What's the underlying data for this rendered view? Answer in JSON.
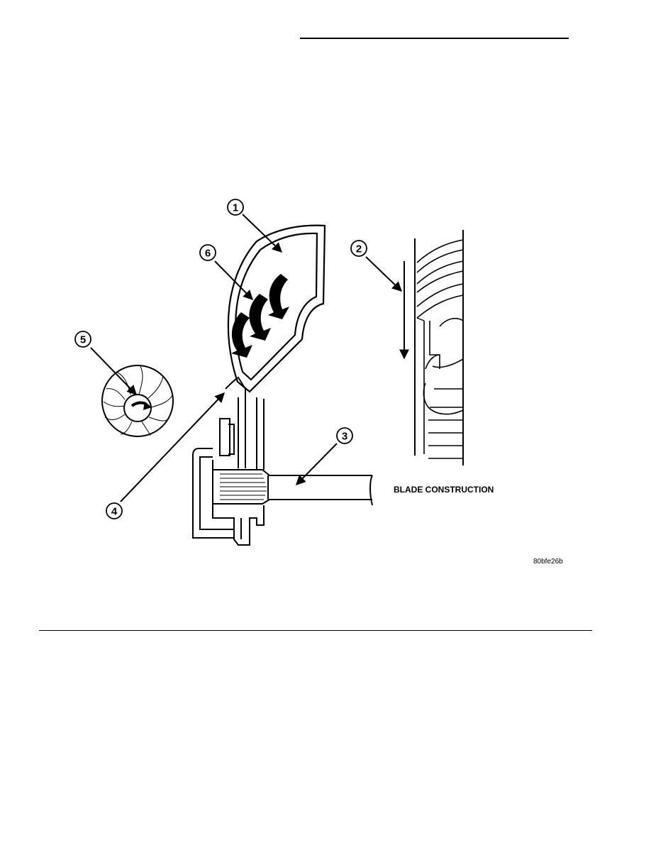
{
  "figure": {
    "caption": "BLADE CONSTRUCTION",
    "figure_id": "80bfe26b",
    "callouts": [
      "1",
      "2",
      "3",
      "4",
      "5",
      "6"
    ]
  }
}
